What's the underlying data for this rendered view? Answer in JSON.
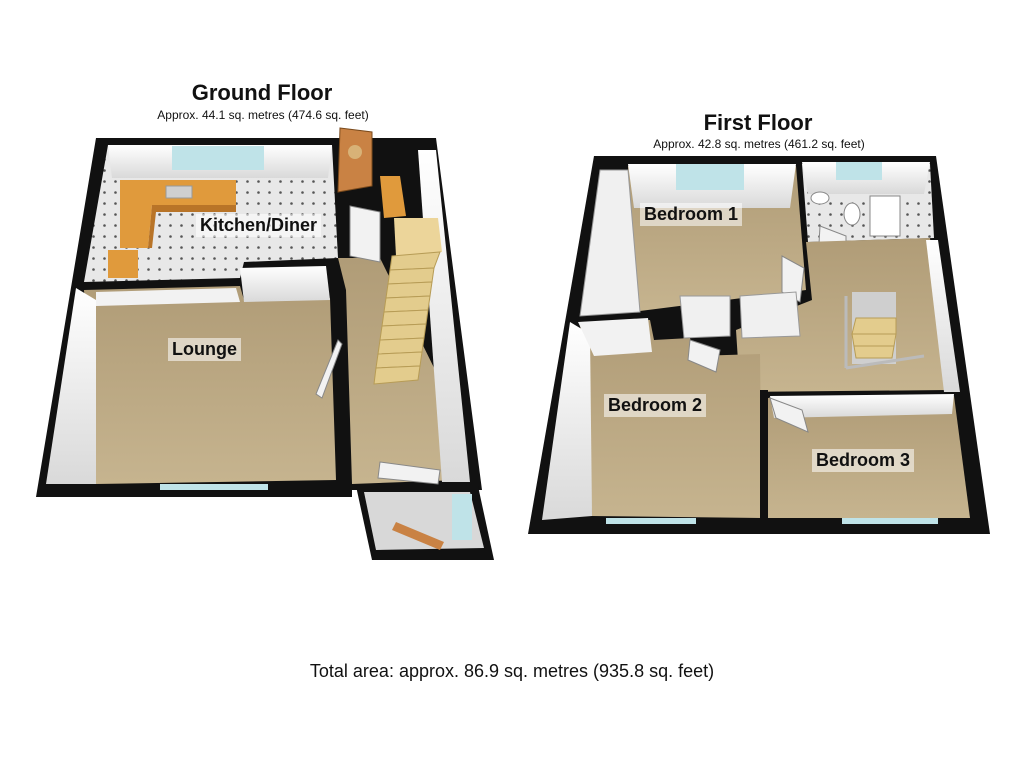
{
  "ground_floor": {
    "title": "Ground Floor",
    "area": "Approx. 44.1 sq. metres (474.6 sq. feet)",
    "rooms": {
      "kitchen_diner": "Kitchen/Diner",
      "lounge": "Lounge"
    }
  },
  "first_floor": {
    "title": "First Floor",
    "area": "Approx. 42.8 sq. metres (461.2 sq. feet)",
    "rooms": {
      "bedroom_1": "Bedroom 1",
      "bedroom_2": "Bedroom 2",
      "bedroom_3": "Bedroom 3"
    }
  },
  "total_area": "Total area: approx. 86.9 sq. metres (935.8 sq. feet)",
  "colors": {
    "wall": "#111111",
    "carpet": "#b8a583",
    "kitchen_floor": "#e6e6e6",
    "cabinet": "#e09a3c",
    "stairs": "#e3cc8d",
    "window": "#bfe3e8",
    "door": "#c98244",
    "wall_face": "#f4f4f4"
  }
}
